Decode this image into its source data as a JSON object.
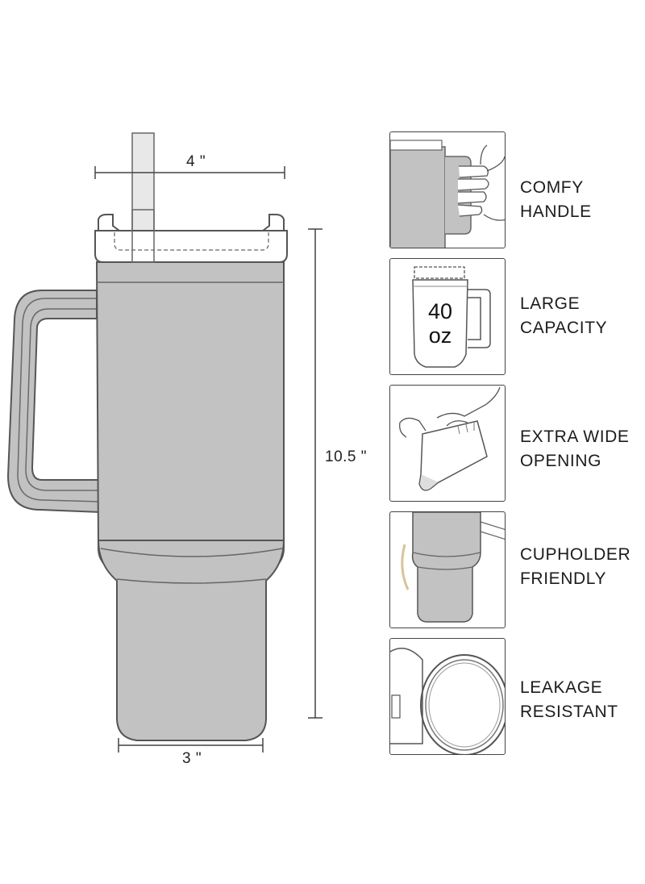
{
  "dimensions": {
    "width_top": "4 \"",
    "height": "10.5 \"",
    "width_bottom": "3 \""
  },
  "features": [
    {
      "line1": "COMFY",
      "line2": "HANDLE",
      "icon": "hand-gripping-handle"
    },
    {
      "line1": "LARGE",
      "line2": "CAPACITY",
      "icon": "mug-40oz",
      "badge_value": "40",
      "badge_unit": "oz"
    },
    {
      "line1": "EXTRA WIDE",
      "line2": "OPENING",
      "icon": "hand-inside-cup"
    },
    {
      "line1": "CUPHOLDER",
      "line2": "FRIENDLY",
      "icon": "cup-in-holder"
    },
    {
      "line1": "LEAKAGE",
      "line2": "RESISTANT",
      "icon": "lid-seal-ring"
    }
  ],
  "colors": {
    "body_fill": "#c2c2c2",
    "outline": "#555555",
    "background": "#ffffff"
  }
}
